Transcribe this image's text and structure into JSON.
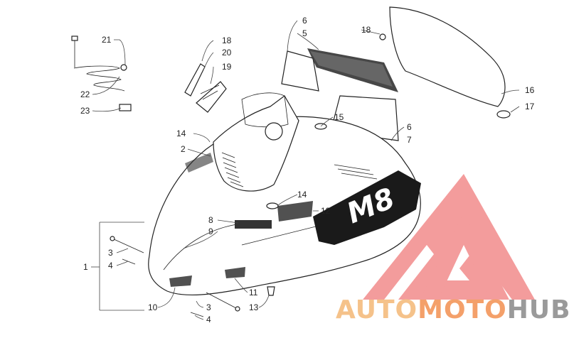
{
  "diagram": {
    "callouts": [
      {
        "id": "c21",
        "text": "21"
      },
      {
        "id": "c22",
        "text": "22"
      },
      {
        "id": "c23",
        "text": "23"
      },
      {
        "id": "c18a",
        "text": "18"
      },
      {
        "id": "c20",
        "text": "20"
      },
      {
        "id": "c19",
        "text": "19"
      },
      {
        "id": "c6a",
        "text": "6"
      },
      {
        "id": "c5",
        "text": "5"
      },
      {
        "id": "c18b",
        "text": "18"
      },
      {
        "id": "c16",
        "text": "16"
      },
      {
        "id": "c17",
        "text": "17"
      },
      {
        "id": "c15",
        "text": "15"
      },
      {
        "id": "c6b",
        "text": "6"
      },
      {
        "id": "c7",
        "text": "7"
      },
      {
        "id": "c14a",
        "text": "14"
      },
      {
        "id": "c2",
        "text": "2"
      },
      {
        "id": "c14b",
        "text": "14"
      },
      {
        "id": "c12",
        "text": "12"
      },
      {
        "id": "c8",
        "text": "8"
      },
      {
        "id": "c9",
        "text": "9"
      },
      {
        "id": "c1",
        "text": "1"
      },
      {
        "id": "c3a",
        "text": "3"
      },
      {
        "id": "c4a",
        "text": "4"
      },
      {
        "id": "c11",
        "text": "11"
      },
      {
        "id": "c13",
        "text": "13"
      },
      {
        "id": "c10",
        "text": "10"
      },
      {
        "id": "c3b",
        "text": "3"
      },
      {
        "id": "c4b",
        "text": "4"
      }
    ],
    "hood_decal_text": "M8"
  },
  "watermark": {
    "part1": "AUTO",
    "part2": "MOTO",
    "part3": "HUB",
    "colors": {
      "triangle": "#f28b8b",
      "auto": "#f5c28a",
      "moto": "#f4a06a",
      "hub": "#9a9a9a"
    }
  }
}
